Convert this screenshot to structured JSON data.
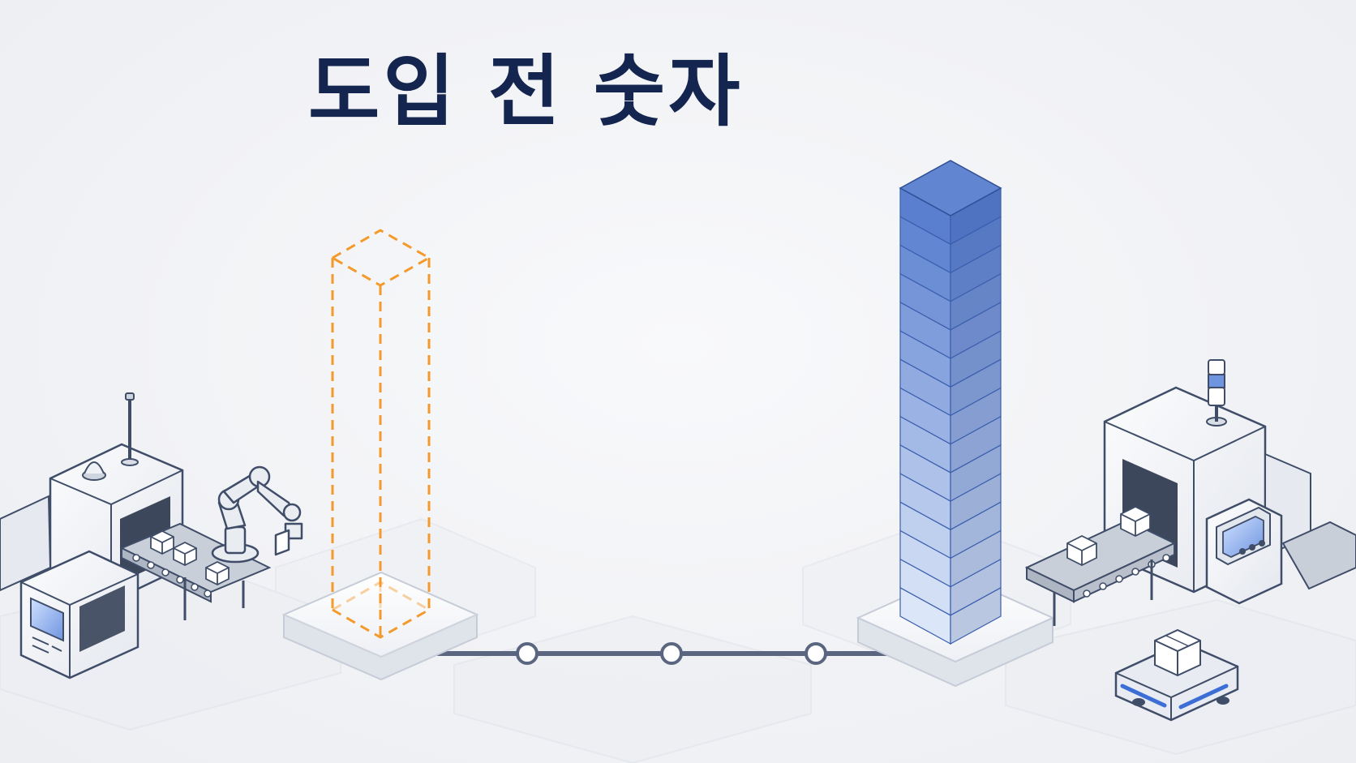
{
  "title": "도입 전 숫자",
  "colors": {
    "title": "#14264f",
    "dashed_outline": "#f39a2b",
    "block_top": "#5a7fcf",
    "block_bottom": "#dbe6f8",
    "connector": "#5a6680",
    "machine_outline": "#3f4d68",
    "accent_blue": "#3c6ed6"
  },
  "diagram": {
    "before_column": {
      "style": "dashed-outline",
      "state": "empty"
    },
    "after_column": {
      "style": "stacked-blocks",
      "block_count": 15
    },
    "connector": {
      "nodes": 3
    },
    "left_scene": [
      "machine",
      "robot-arm",
      "conveyor"
    ],
    "right_scene": [
      "machine",
      "signal-tower",
      "conveyor",
      "agv-robot"
    ]
  }
}
